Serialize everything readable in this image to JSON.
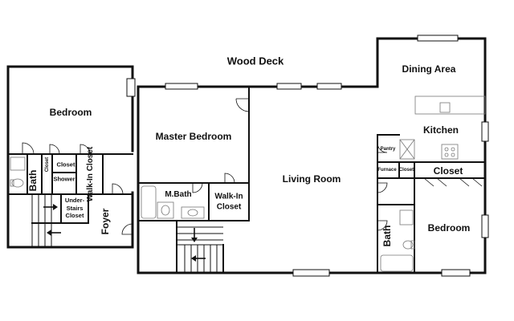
{
  "colors": {
    "wall": "#111111",
    "fixture": "#777777",
    "background": "#ffffff"
  },
  "icons": {
    "stair_arrow": "arrow-icon"
  },
  "rooms": {
    "wood_deck": "Wood Deck",
    "dining_area": "Dining Area",
    "kitchen": "Kitchen",
    "bedroom_left": "Bedroom",
    "master_bedroom": "Master Bedroom",
    "living_room": "Living Room",
    "closet_right": "Closet",
    "bedroom_right": "Bedroom",
    "m_bath": "M.Bath",
    "walk_in_closet_center_1": "Walk-In",
    "walk_in_closet_center_2": "Closet",
    "bath_left": "Bath",
    "closet_small_left": "Closet",
    "closet_tiny_left": "Closet",
    "shower": "Shower",
    "walk_in_closet_left": "Walk-In Closet",
    "under_stairs_1": "Under-",
    "under_stairs_2": "Stairs",
    "under_stairs_3": "Closet",
    "foyer": "Foyer",
    "pantry": "Pantry",
    "furnace": "Furnace",
    "closet_tiny_right": "Closet",
    "bath_right": "Bath"
  }
}
